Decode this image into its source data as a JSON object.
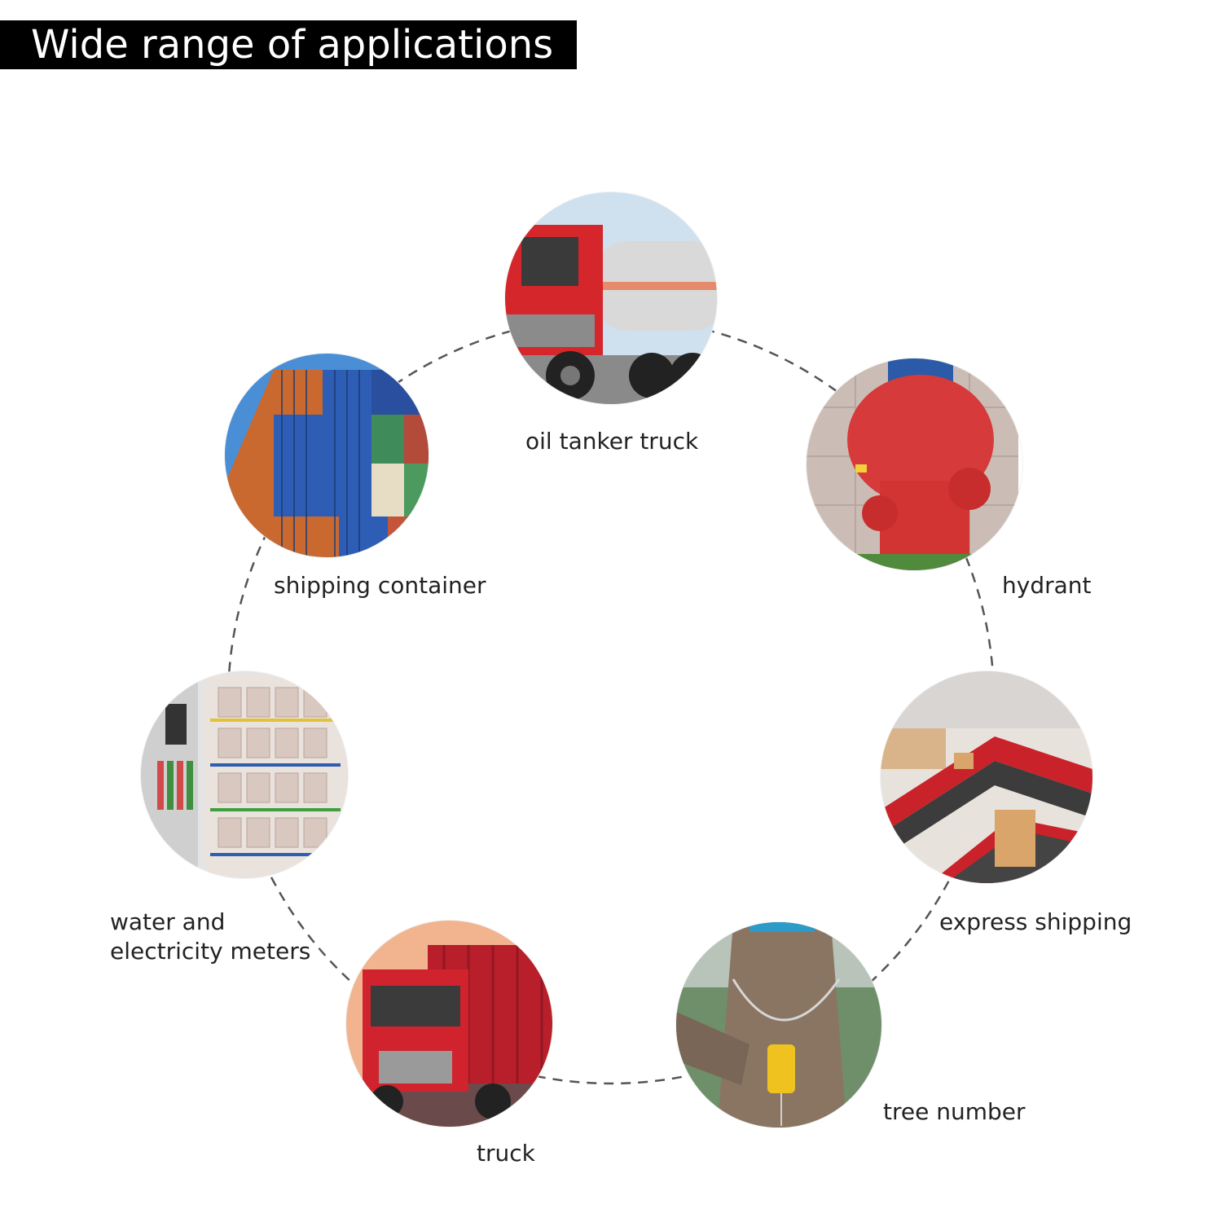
{
  "header": {
    "title": "Wide range of applications"
  },
  "applications": [
    {
      "label": "oil tanker truck",
      "image": "tanker-truck-photo"
    },
    {
      "label": "hydrant",
      "image": "fire-hydrant-photo"
    },
    {
      "label": "express shipping",
      "image": "conveyor-belt-photo"
    },
    {
      "label": "tree number",
      "image": "tree-seal-photo"
    },
    {
      "label": "truck",
      "image": "red-truck-photo"
    },
    {
      "label_line1": "water and",
      "label_line2": "electricity meters",
      "image": "meter-cabinet-photo"
    },
    {
      "label": "shipping container",
      "image": "container-stack-photo"
    }
  ],
  "colors": {
    "title_bg": "#000000",
    "title_text": "#ffffff",
    "dash_ring": "#555555"
  }
}
